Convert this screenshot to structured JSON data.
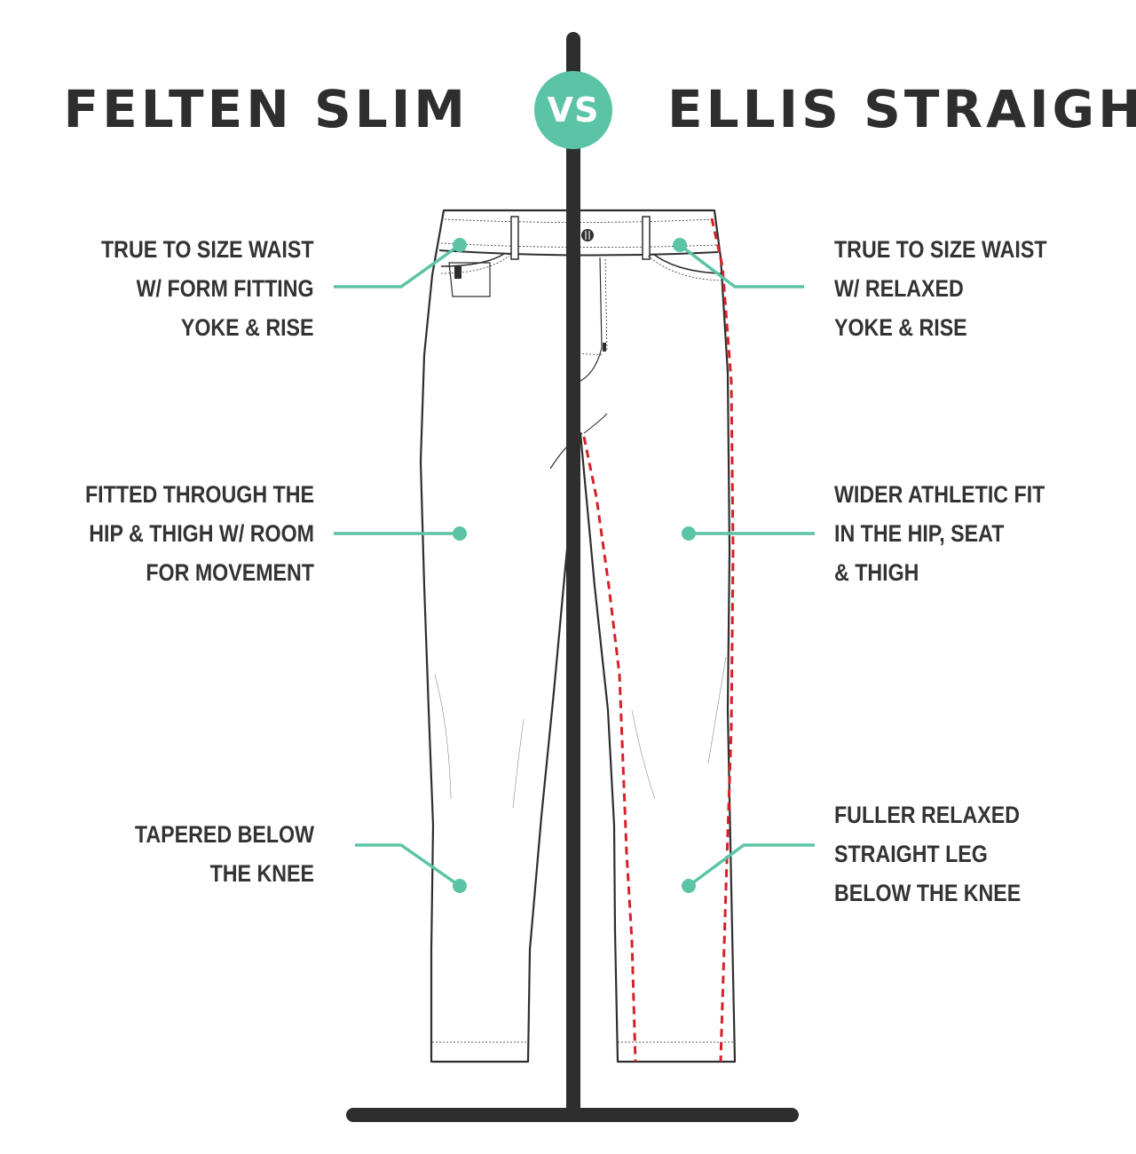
{
  "titles": {
    "left": "FELTEN SLIM",
    "vs": "VS",
    "right": "ELLIS STRAIGHT"
  },
  "callouts": {
    "left": [
      {
        "lines": [
          "TRUE TO SIZE WAIST",
          "W/ FORM FITTING",
          "YOKE & RISE"
        ]
      },
      {
        "lines": [
          "FITTED THROUGH THE",
          "HIP & THIGH W/ ROOM",
          "FOR MOVEMENT"
        ]
      },
      {
        "lines": [
          "TAPERED BELOW",
          "THE KNEE"
        ]
      }
    ],
    "right": [
      {
        "lines": [
          "TRUE TO SIZE WAIST",
          "W/ RELAXED",
          "YOKE & RISE"
        ]
      },
      {
        "lines": [
          "WIDER ATHLETIC FIT",
          "IN THE HIP, SEAT",
          "& THIGH"
        ]
      },
      {
        "lines": [
          "FULLER RELAXED",
          "STRAIGHT LEG",
          "BELOW THE KNEE"
        ]
      }
    ]
  },
  "colors": {
    "accent": "#5cc4a6",
    "outline": "#2e2e2e",
    "dashed_comparison": "#d6202a",
    "text": "#333333"
  }
}
